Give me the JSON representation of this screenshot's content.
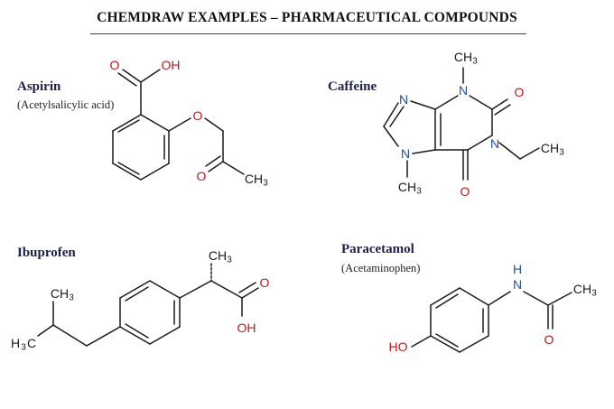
{
  "title": "CHEMDRAW EXAMPLES – PHARMACEUTICAL COMPOUNDS",
  "compounds": [
    {
      "name": "Aspirin",
      "subtitle": "(Acetylsalicylic acid)"
    },
    {
      "name": "Caffeine"
    },
    {
      "name": "Ibuprofen"
    },
    {
      "name": "Paracetamol",
      "subtitle": "(Acetaminophen)"
    }
  ],
  "atom_labels": {
    "aspirin": {
      "o_carbonyl": "O",
      "oh": "OH",
      "o_ester": "O",
      "o_acetyl": "O",
      "ch3": "CH",
      "ch3_sub": "3"
    },
    "caffeine": {
      "n_top": "N",
      "n_imid": "N",
      "n_right": "N",
      "n_bottom": "N",
      "o_top": "O",
      "o_bottom": "O",
      "ch3_top": "CH",
      "ch3_top_sub": "3",
      "ch3_right": "CH",
      "ch3_right_sub": "3",
      "ch3_bottom": "CH",
      "ch3_bottom_sub": "3"
    },
    "ibuprofen": {
      "ch3_top": "CH",
      "ch3_top_sub": "3",
      "ch3_left_pre": "H",
      "ch3_left_sub": "3",
      "ch3_left_post": "C",
      "ch3_chiral": "CH",
      "ch3_chiral_sub": "3",
      "o_carbonyl": "O",
      "oh": "OH"
    },
    "paracetamol": {
      "ho": "HO",
      "nh_h": "H",
      "nh_n": "N",
      "o": "O",
      "ch3": "CH",
      "ch3_sub": "3"
    }
  },
  "colors": {
    "oxygen": "#c01818",
    "nitrogen": "#1f4fa8",
    "carbon": "#1a1a1a",
    "name_text": "#1f1f4f"
  }
}
